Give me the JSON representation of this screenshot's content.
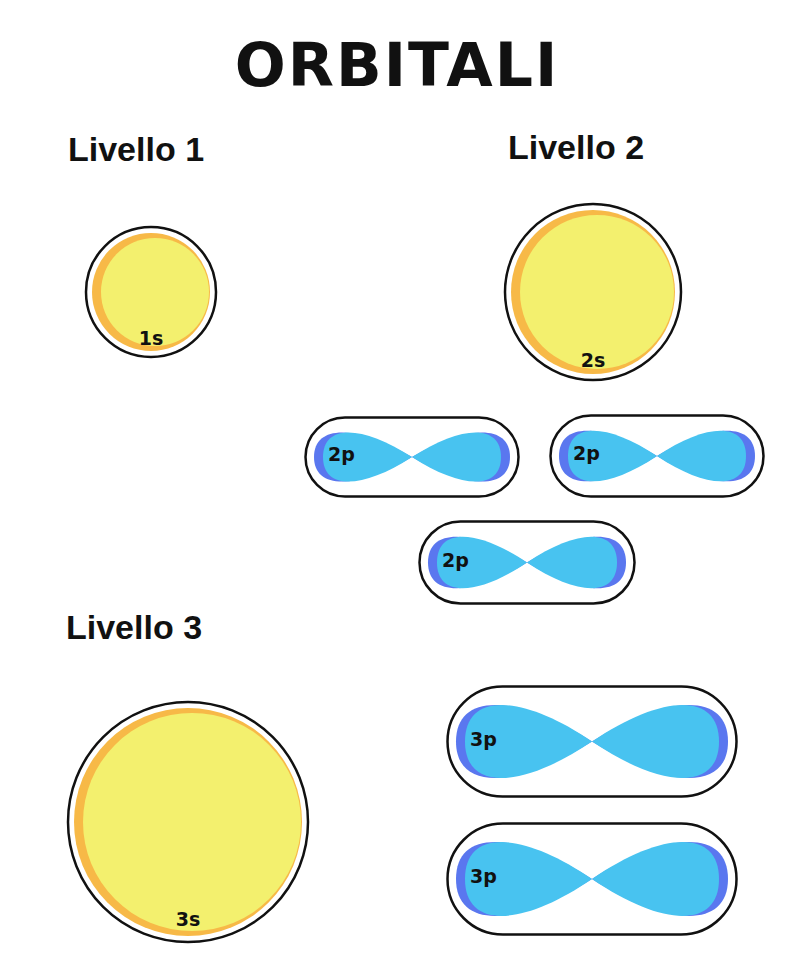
{
  "diagram": {
    "title": "ORBITALI",
    "nodes": [
      {
        "text": [
          "1s"
        ]
      },
      {
        "text": [
          "2s"
        ]
      },
      {
        "text": [
          "2p"
        ]
      },
      {
        "text": [
          "2p"
        ]
      },
      {
        "text": [
          "2p"
        ]
      },
      {
        "text": [
          "3s"
        ]
      },
      {
        "text": [
          "3p"
        ]
      },
      {
        "text": [
          "3p"
        ]
      }
    ],
    "labels": [
      "Livello 1",
      "Livello 2",
      "Livello 3"
    ]
  }
}
